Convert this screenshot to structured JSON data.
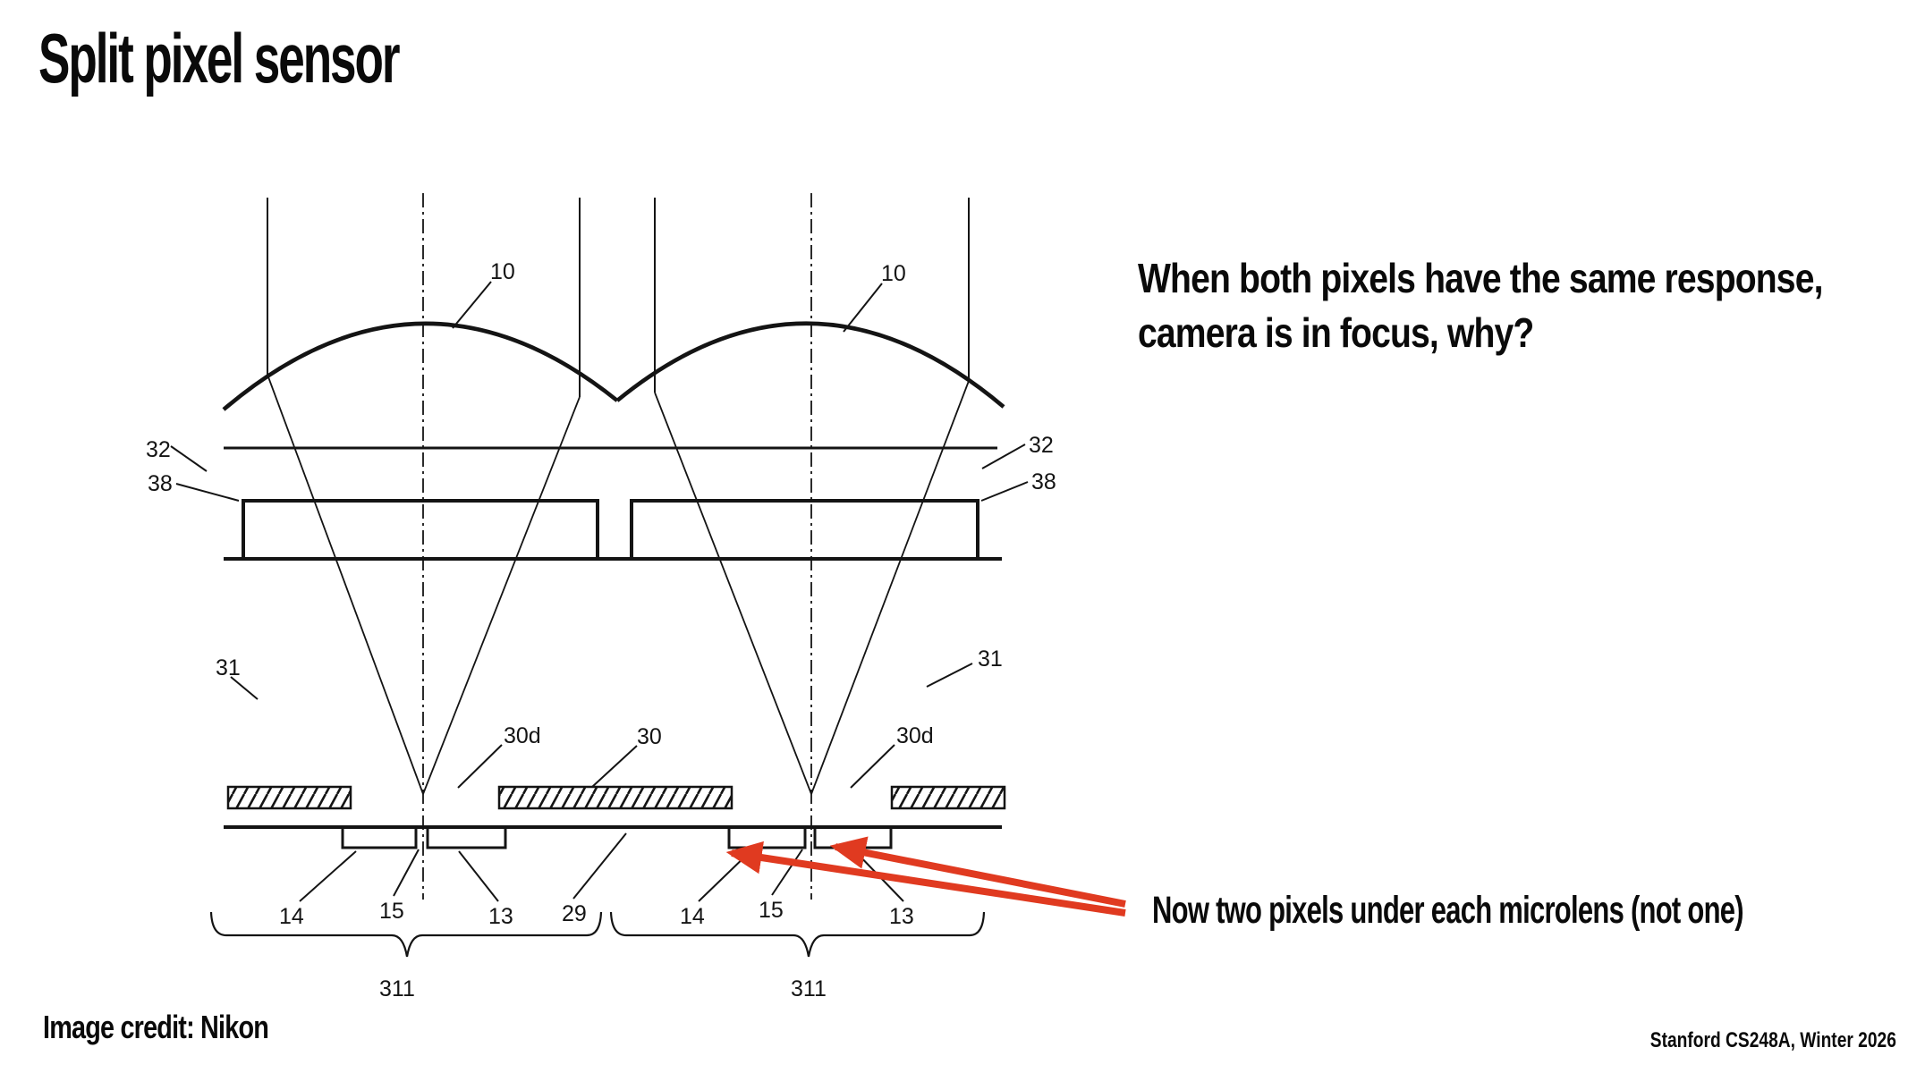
{
  "slide": {
    "title": "Split pixel sensor",
    "question_line1": "When both pixels have the same response,",
    "question_line2": "camera is in focus, why?",
    "annotation": "Now two pixels under each microlens (not one)",
    "image_credit": "Image credit: Nikon",
    "footer": "Stanford CS248A, Winter 2026"
  },
  "diagram": {
    "labels": {
      "ref10_left": "10",
      "ref10_right": "10",
      "ref32_left": "32",
      "ref38_left": "38",
      "ref32_right": "32",
      "ref38_right": "38",
      "ref31_left": "31",
      "ref31_right": "31",
      "ref30d_left": "30d",
      "ref30_center": "30",
      "ref30d_right": "30d",
      "ref14_left": "14",
      "ref15_left": "15",
      "ref13_left": "13",
      "ref29": "29",
      "ref14_right": "14",
      "ref15_right": "15",
      "ref13_right": "13",
      "ref311_left": "311",
      "ref311_right": "311"
    }
  },
  "colors": {
    "arrow_red": "#e03a20",
    "line_black": "#141414",
    "text_black": "#0a0a0a",
    "background": "#ffffff"
  }
}
